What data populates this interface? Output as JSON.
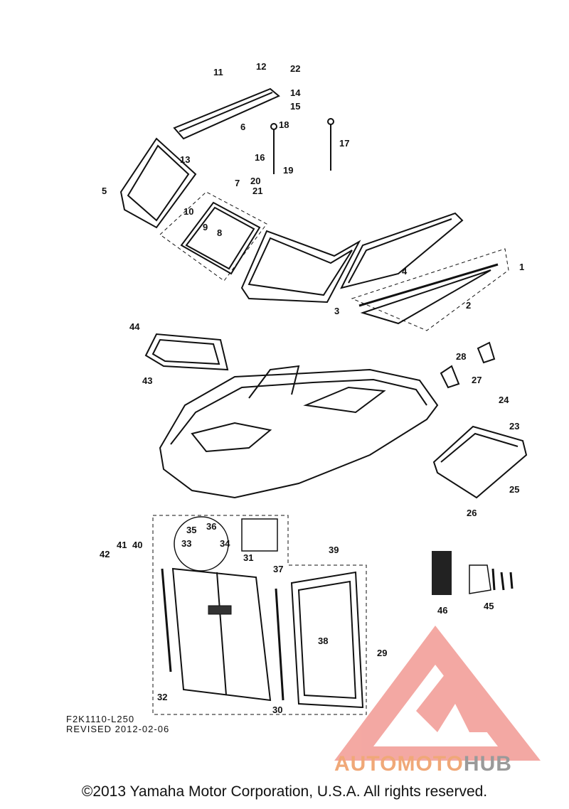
{
  "diagram": {
    "part_labels": [
      "1",
      "2",
      "3",
      "4",
      "5",
      "6",
      "7",
      "8",
      "9",
      "10",
      "11",
      "12",
      "13",
      "14",
      "15",
      "16",
      "17",
      "18",
      "19",
      "20",
      "21",
      "22",
      "23",
      "24",
      "25",
      "26",
      "27",
      "28",
      "29",
      "30",
      "31",
      "32",
      "33",
      "34",
      "35",
      "36",
      "37",
      "38",
      "39",
      "40",
      "41",
      "42",
      "43",
      "44",
      "45",
      "46"
    ],
    "drawing_code": "F2K1110-L250",
    "revision": "REVISED 2012-02-06",
    "copyright": "©2013 Yamaha Motor Corporation, U.S.A. All rights reserved."
  },
  "watermark": {
    "part1": "AUTOMOTO",
    "part2": "HUB",
    "colors": {
      "triangle": "#f29a93",
      "auto": "#f2b36b",
      "moto": "#ef8c84",
      "hub": "#9a9a9a"
    }
  }
}
